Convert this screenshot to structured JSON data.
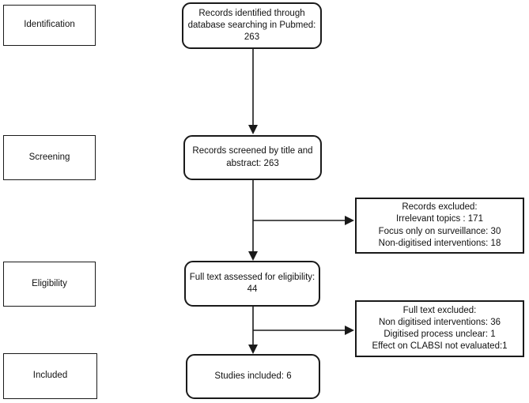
{
  "figure": {
    "background_color": "#ffffff",
    "line_color": "#1a1a1a",
    "text_color": "#111111"
  },
  "stages": {
    "identification": "Identification",
    "screening": "Screening",
    "eligibility": "Eligibility",
    "included": "Included"
  },
  "nodes": {
    "records_identified": "Records identified through\ndatabase searching in Pubmed:\n263",
    "records_screened": "Records screened by title and\nabstract: 263",
    "full_text_assessed": "Full text assessed for eligibility:\n44",
    "studies_included": "Studies included: 6",
    "records_excluded": "Records excluded:\nIrrelevant topics : 171\nFocus only on surveillance: 30\nNon-digitised interventions: 18",
    "full_text_excluded": "Full text excluded:\nNon digitised interventions: 36\nDigitised process unclear: 1\nEffect on CLABSI not evaluated:1"
  }
}
